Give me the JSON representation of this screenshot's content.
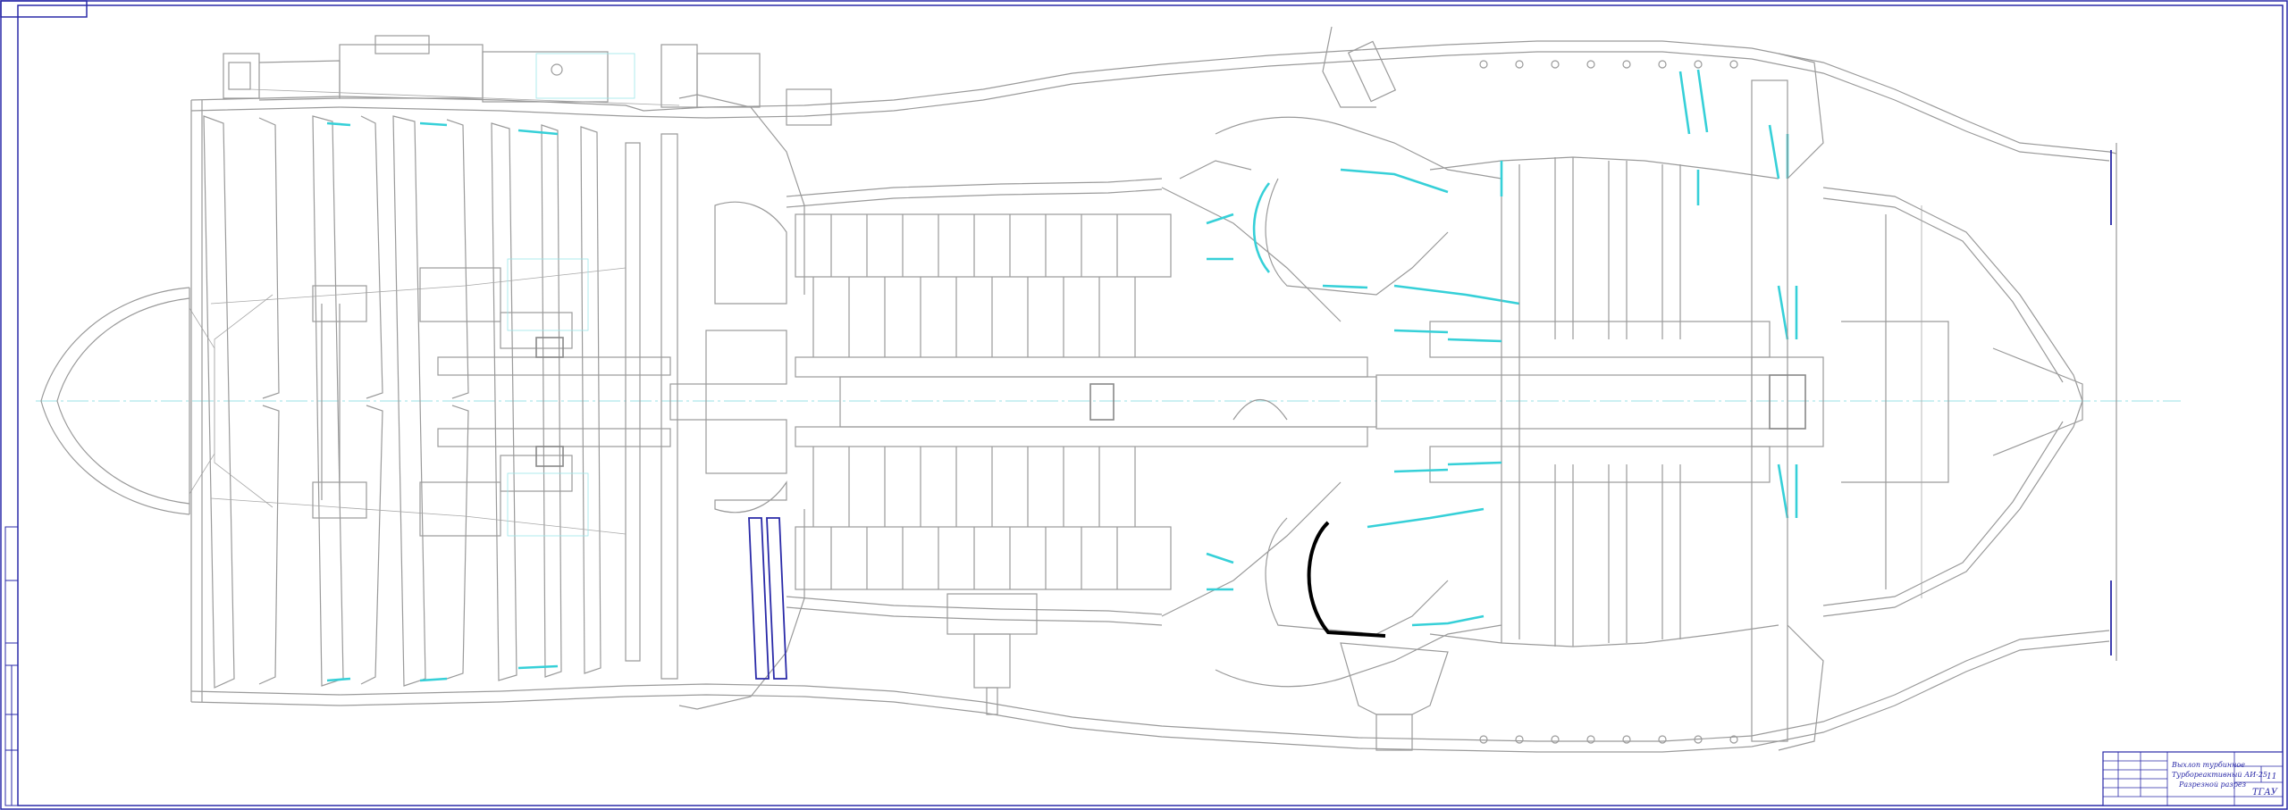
{
  "title_block": {
    "line1": "Выхлоп турбинное",
    "line2": "Турбореактивный АИ-25",
    "line3": "Разрезной разрез",
    "sheet_code": "ТГАУ",
    "sheet_number": "11"
  },
  "colors": {
    "line": "#9a9a9a",
    "highlight": "#36d0d8",
    "frame": "#2a2aa8",
    "emphasis": "#000000"
  }
}
